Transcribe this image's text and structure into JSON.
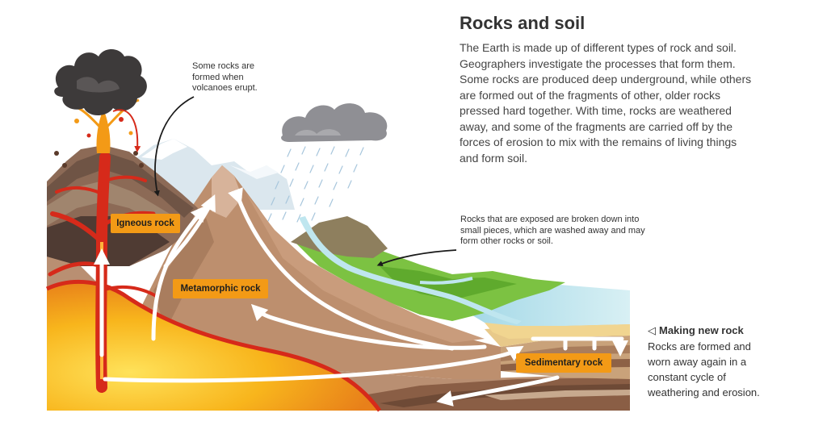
{
  "header": {
    "title": "Rocks and soil",
    "intro": "The Earth is made up of different types of rock and soil. Geographers investigate the processes that form them. Some rocks are produced deep underground, while others are formed out of the fragments of other, older rocks pressed hard together. With time, rocks are weathered away, and some of the fragments are carried off by the forces of erosion to mix with the remains of living things and form soil."
  },
  "annotations": {
    "volcano_note": "Some rocks are formed when volcanoes erupt.",
    "weathering_note": "Rocks that are exposed are broken down into small pieces, which are washed away and may form other rocks or soil."
  },
  "rock_labels": {
    "igneous": "Igneous rock",
    "metamorphic": "Metamorphic rock",
    "sedimentary": "Sedimentary rock"
  },
  "caption": {
    "marker": "◁",
    "title": "Making new rock",
    "body": "Rocks are formed and worn away again in a constant cycle of weathering and erosion."
  },
  "colors": {
    "label_fill": "#f39a16",
    "magma": "#f7b21a",
    "lava": "#d62a1a",
    "crust": "#b98f72",
    "grass": "#7cc242",
    "water": "#bfe6ef",
    "cloud": "#8f8f94"
  }
}
